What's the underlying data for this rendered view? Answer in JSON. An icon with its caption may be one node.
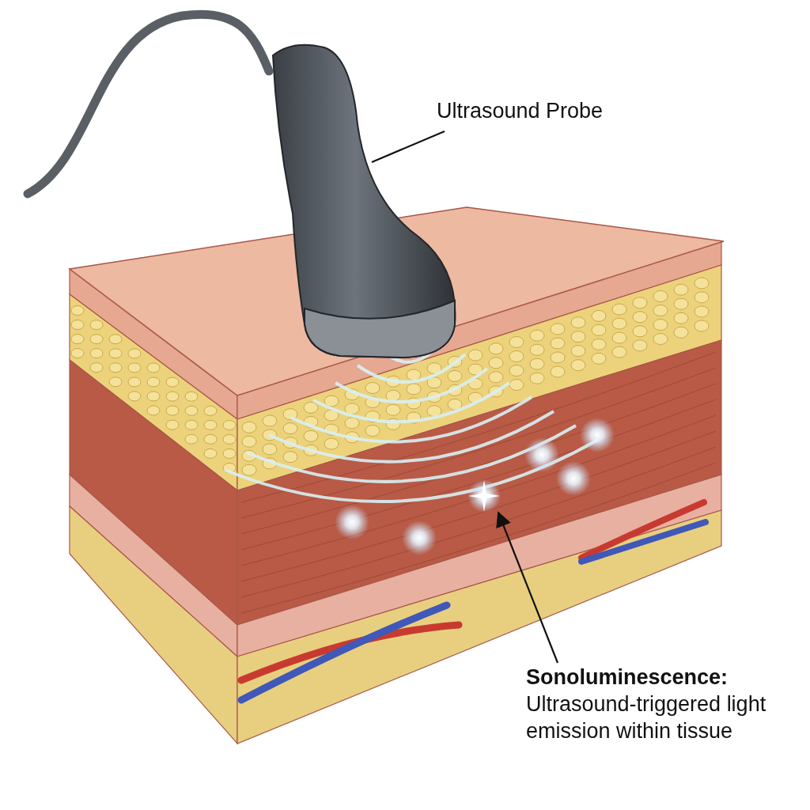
{
  "diagram": {
    "nodes": [
      {
        "text": [
          "Ultrasound Probe"
        ]
      },
      {
        "text": [],
        "shape": "picture"
      },
      {
        "text": [
          "Sonoluminescence:",
          "Ultrasound-triggered light emission within tissue"
        ]
      },
      {
        "text": [],
        "shape": "picture"
      }
    ],
    "edges": [
      {
        "from": 0,
        "to": 1,
        "arrow": "none"
      },
      {
        "from": 2,
        "to": 3,
        "arrow": "to"
      }
    ]
  }
}
